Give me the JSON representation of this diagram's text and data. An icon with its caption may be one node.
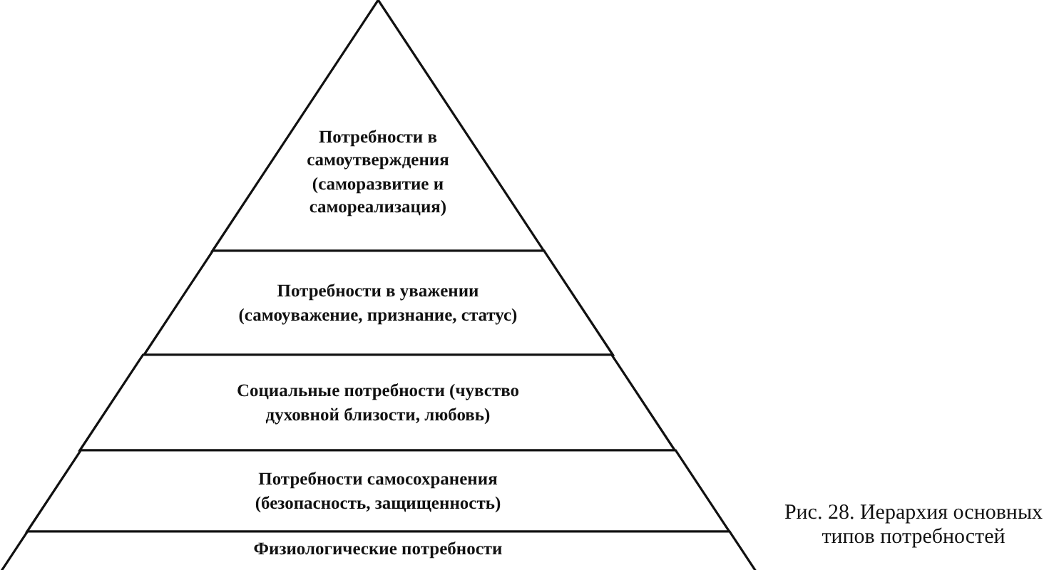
{
  "diagram": {
    "caption": "Рис. 28. Иерархия основных типов потребностей",
    "nodes": [
      {
        "text": [
          "Потребности в самоутверждения (саморазвитие и самореализация)"
        ]
      },
      {
        "text": [
          "Потребности в уважении (самоуважение, признание, статус)"
        ]
      },
      {
        "text": [
          "Социальные потребности (чувство духовной близости, любовь)"
        ]
      },
      {
        "text": [
          "Потребности самосохранения (безопасность, защищенность)"
        ]
      },
      {
        "text": [
          "Физиологические потребности"
        ]
      }
    ]
  }
}
